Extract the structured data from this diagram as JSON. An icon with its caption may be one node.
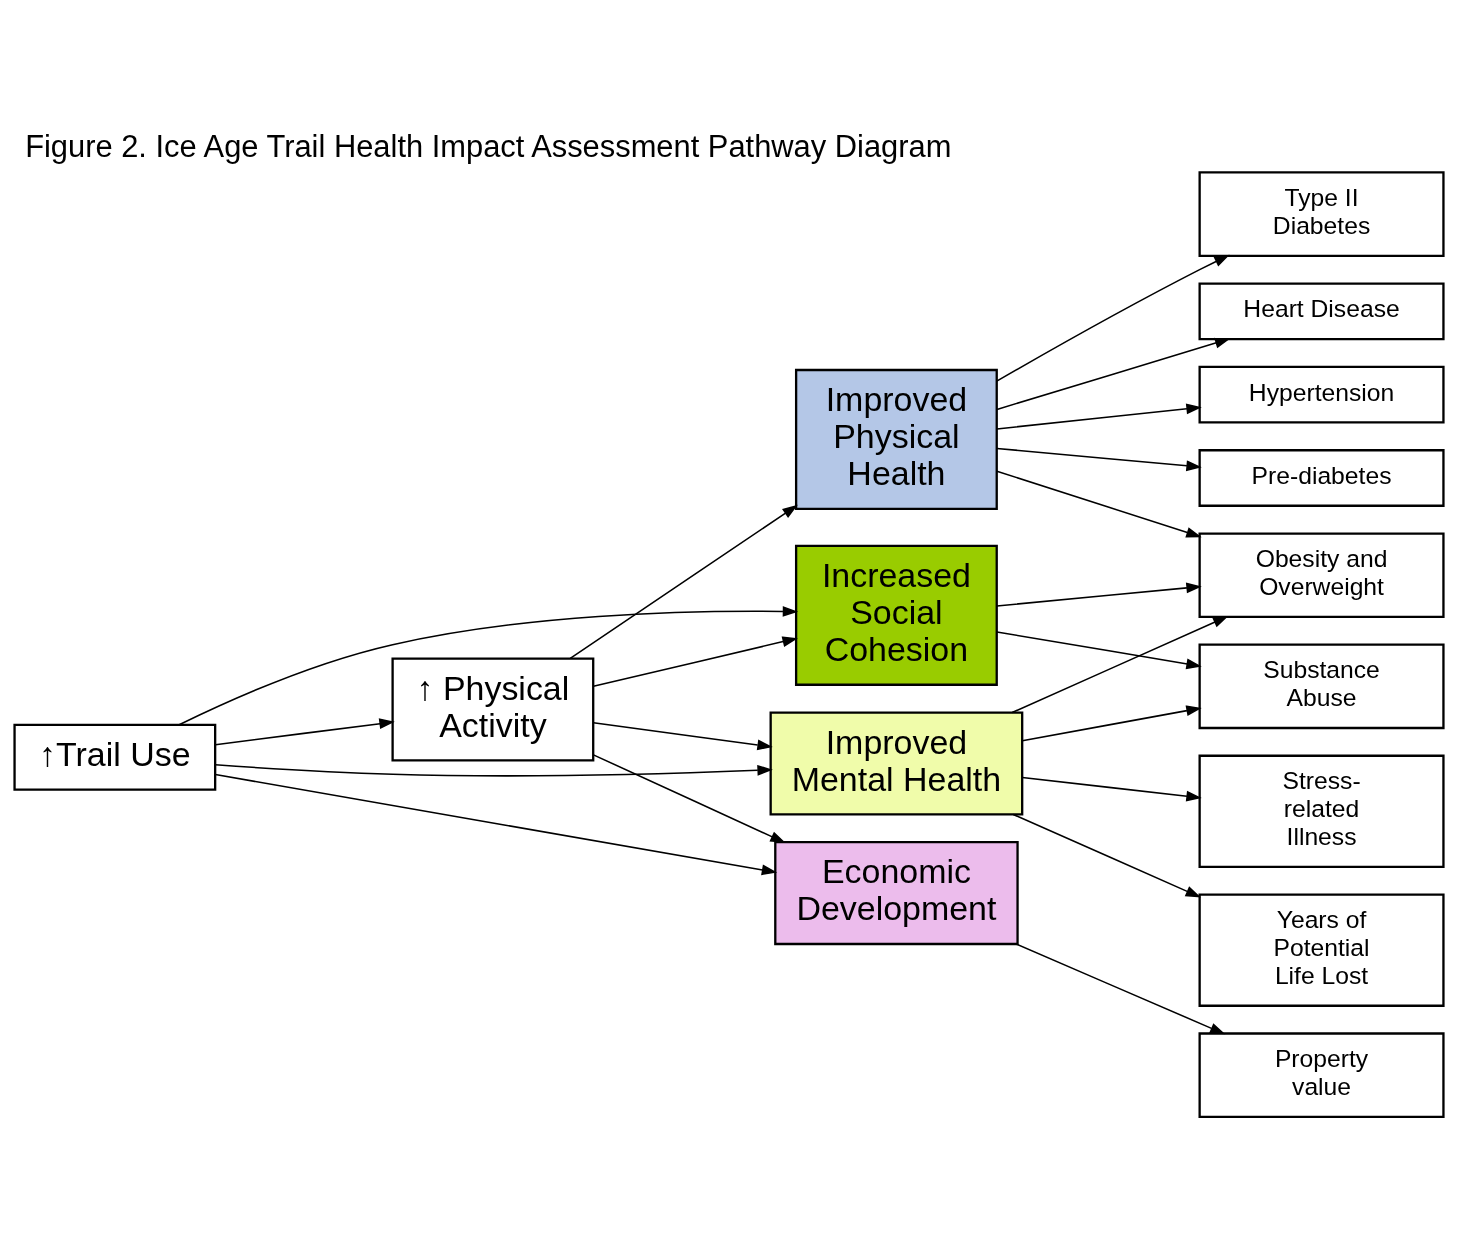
{
  "diagram": {
    "title": "Figure 2. Ice Age Trail Health Impact Assessment Pathway Diagram",
    "nodes": [
      {
        "text": [
          "↑Trail Use"
        ]
      },
      {
        "text": [
          "↑ Physical Activity"
        ]
      },
      {
        "text": [
          "Improved Physical Health"
        ]
      },
      {
        "text": [
          "Improved Mental Health"
        ]
      },
      {
        "text": [
          "Increased Social Cohesion"
        ]
      },
      {
        "text": [
          "Economic Development"
        ]
      },
      {
        "text": [
          "Type II Diabetes"
        ]
      },
      {
        "text": [
          "Heart Disease"
        ]
      },
      {
        "text": [
          "Hypertension"
        ]
      },
      {
        "text": [
          "Pre-diabetes"
        ]
      },
      {
        "text": [
          "Obesity and Overweight"
        ]
      },
      {
        "text": [
          "Substance Abuse"
        ]
      },
      {
        "text": [
          "Stress-related Illness"
        ]
      },
      {
        "text": [
          "Years of Potential Life Lost"
        ]
      },
      {
        "text": [
          "Property value"
        ]
      }
    ],
    "edges": [
      {
        "from": 0,
        "to": 1,
        "arrow": "to"
      },
      {
        "from": 0,
        "to": 3,
        "arrow": "to"
      },
      {
        "from": 0,
        "to": 4,
        "arrow": "to"
      },
      {
        "from": 0,
        "to": 5,
        "arrow": "to"
      },
      {
        "from": 1,
        "to": 2,
        "arrow": "to"
      },
      {
        "from": 1,
        "to": 3,
        "arrow": "to"
      },
      {
        "from": 1,
        "to": 4,
        "arrow": "to"
      },
      {
        "from": 1,
        "to": 5,
        "arrow": "to"
      },
      {
        "from": 2,
        "to": 6,
        "arrow": "to"
      },
      {
        "from": 2,
        "to": 7,
        "arrow": "to"
      },
      {
        "from": 2,
        "to": 8,
        "arrow": "to"
      },
      {
        "from": 2,
        "to": 9,
        "arrow": "to"
      },
      {
        "from": 2,
        "to": 10,
        "arrow": "to"
      },
      {
        "from": 3,
        "to": 10,
        "arrow": "to"
      },
      {
        "from": 3,
        "to": 11,
        "arrow": "to"
      },
      {
        "from": 3,
        "to": 12,
        "arrow": "to"
      },
      {
        "from": 3,
        "to": 13,
        "arrow": "to"
      },
      {
        "from": 4,
        "to": 10,
        "arrow": "to"
      },
      {
        "from": 4,
        "to": 11,
        "arrow": "to"
      },
      {
        "from": 5,
        "to": 14,
        "arrow": "to"
      }
    ]
  }
}
